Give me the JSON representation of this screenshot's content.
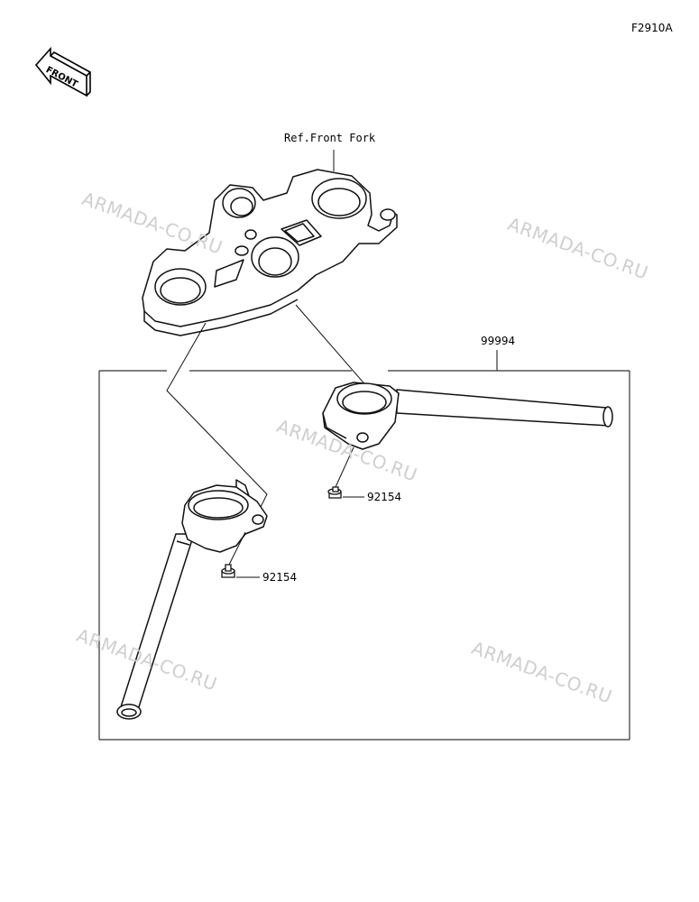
{
  "figure_code": "F2910A",
  "front_label": "FRONT",
  "ref_label": "Ref.Front Fork",
  "assembly_part": "99994",
  "bolt_part_upper": "92154",
  "bolt_part_lower": "92154",
  "watermark_text": "ARMADA-CO.RU"
}
